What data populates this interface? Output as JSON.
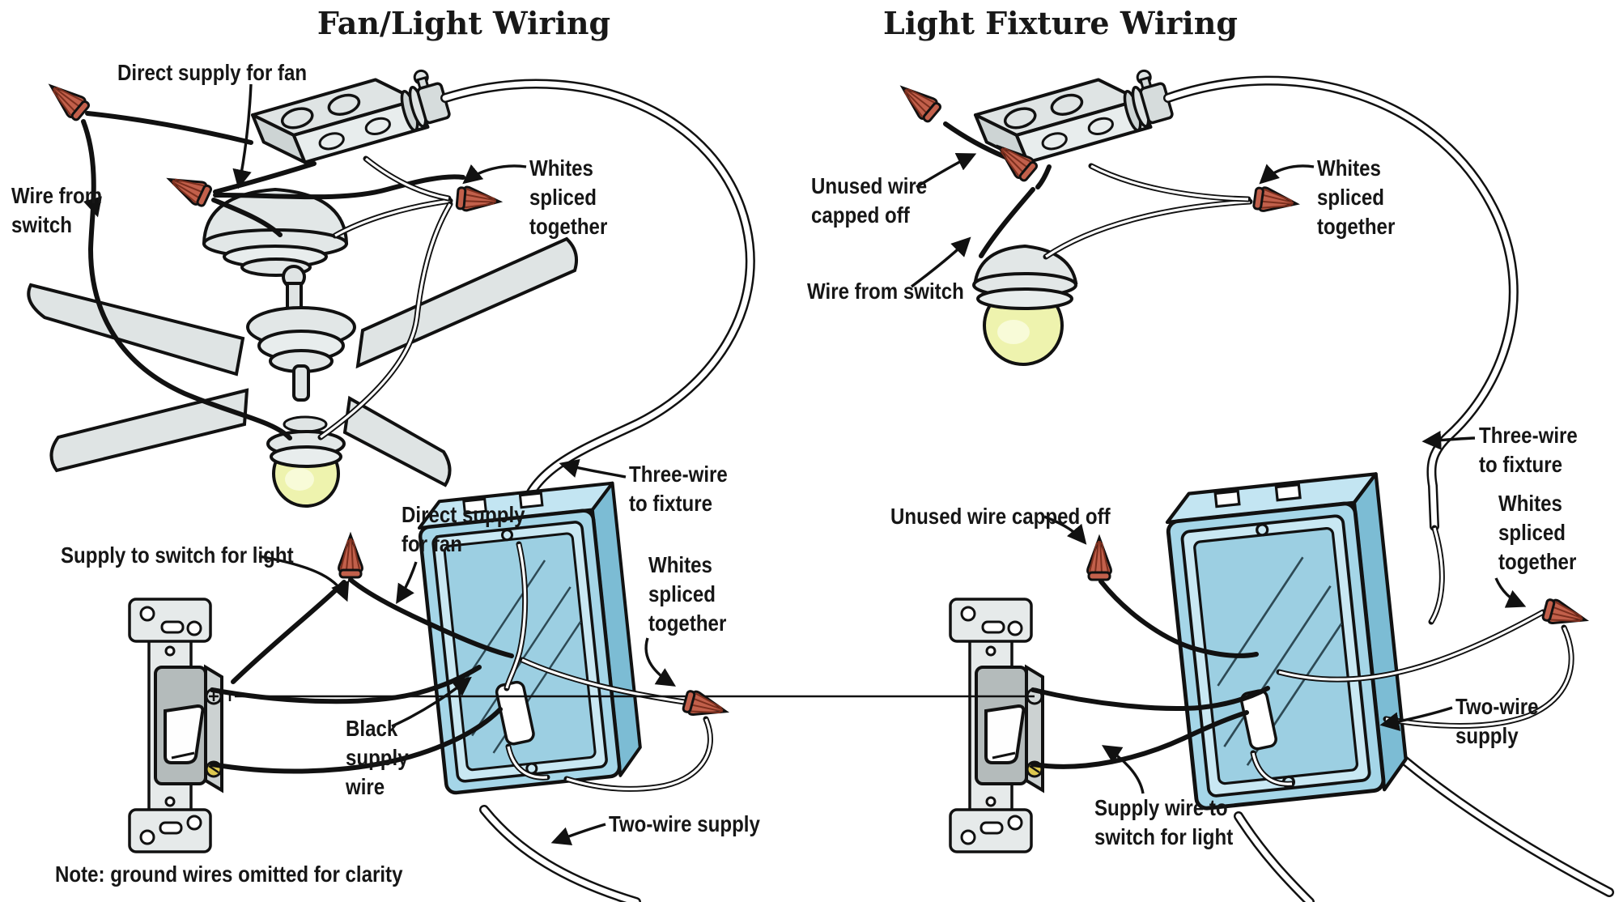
{
  "left_diagram": {
    "title": "Fan/Light Wiring",
    "labels": {
      "direct_supply_top": "Direct supply for fan",
      "wire_from_switch": "Wire from\nswitch",
      "whites_spliced_top": "Whites\nspliced\ntogether",
      "three_wire_to_fixture": "Three-wire\nto fixture",
      "direct_supply_lower": "Direct supply\nfor fan",
      "supply_to_switch": "Supply to switch for light",
      "black_supply_wire": "Black\nsupply\nwire",
      "whites_spliced_box": "Whites\nspliced\ntogether",
      "two_wire_supply": "Two-wire supply"
    },
    "note": "Note: ground wires omitted for clarity"
  },
  "right_diagram": {
    "title": "Light Fixture Wiring",
    "labels": {
      "unused_wire_top": "Unused wire\ncapped off",
      "wire_from_switch": "Wire from switch",
      "whites_spliced_top": "Whites\nspliced\ntogether",
      "three_wire_to_fixture": "Three-wire\nto fixture",
      "unused_wire_lower": "Unused wire capped off",
      "whites_spliced_box": "Whites\nspliced\ntogether",
      "supply_wire_to_switch": "Supply wire to\nswitch for light",
      "two_wire_supply": "Two-wire supply"
    }
  },
  "colors": {
    "line": "#111111",
    "wire_nut": "#c2604b",
    "electrical_box_blue": "#a5d6e8",
    "metal_gray": "#e0e5e5",
    "bulb_yellow": "#eef3ae",
    "brass_screw": "#ddc84e",
    "background": "#ffffff"
  }
}
